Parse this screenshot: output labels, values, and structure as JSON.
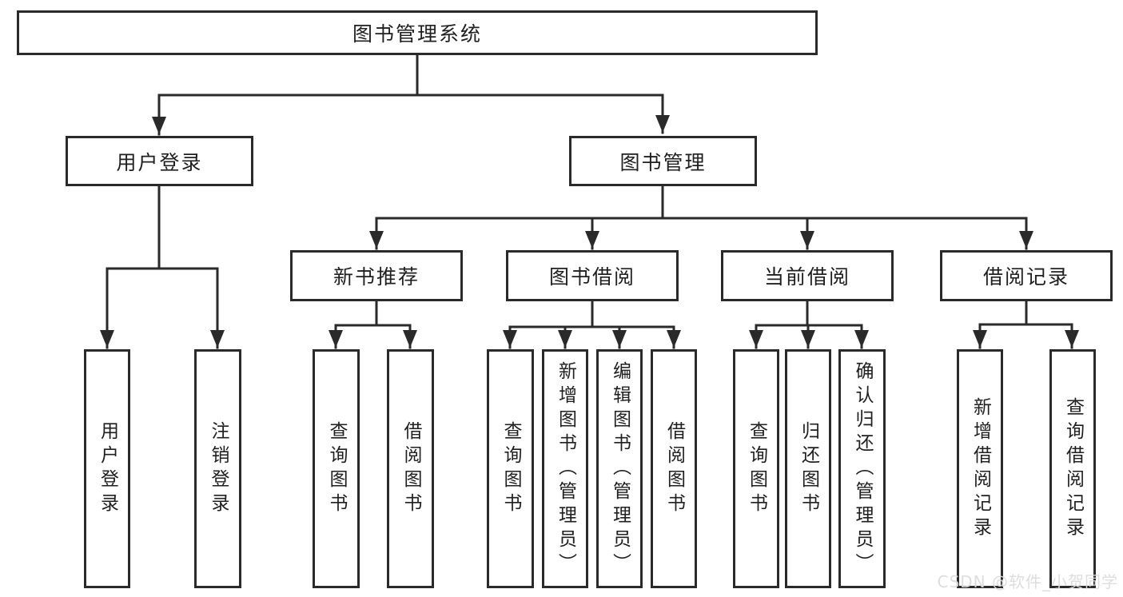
{
  "tree": {
    "root": {
      "label": "图书管理系统"
    },
    "branches": [
      {
        "label": "用户登录",
        "children": [
          {
            "label": "用户登录"
          },
          {
            "label": "注销登录"
          }
        ]
      },
      {
        "label": "图书管理",
        "children": [
          {
            "label": "新书推荐",
            "children": [
              {
                "label": "查询图书"
              },
              {
                "label": "借阅图书"
              }
            ]
          },
          {
            "label": "图书借阅",
            "children": [
              {
                "label": "查询图书"
              },
              {
                "label": "新增图书（管理员）"
              },
              {
                "label": "编辑图书（管理员）"
              },
              {
                "label": "借阅图书"
              }
            ]
          },
          {
            "label": "当前借阅",
            "children": [
              {
                "label": "查询图书"
              },
              {
                "label": "归还图书"
              },
              {
                "label": "确认归还（管理员）"
              }
            ]
          },
          {
            "label": "借阅记录",
            "children": [
              {
                "label": "新增借阅记录"
              },
              {
                "label": "查询借阅记录"
              }
            ]
          }
        ]
      }
    ]
  },
  "watermark": {
    "text": "CSDN @软件_小贺同学"
  },
  "colors": {
    "line": "#2a2a2a",
    "box_border": "#2a2a2a",
    "text": "#1f1f1f",
    "background": "#ffffff",
    "watermark": "#dbdbdb"
  }
}
